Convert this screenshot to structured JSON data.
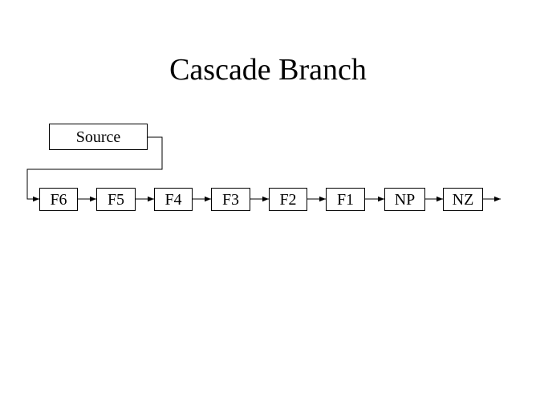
{
  "title": "Cascade Branch",
  "source_label": "Source",
  "nodes": [
    "F6",
    "F5",
    "F4",
    "F3",
    "F2",
    "F1",
    "NP",
    "NZ"
  ]
}
